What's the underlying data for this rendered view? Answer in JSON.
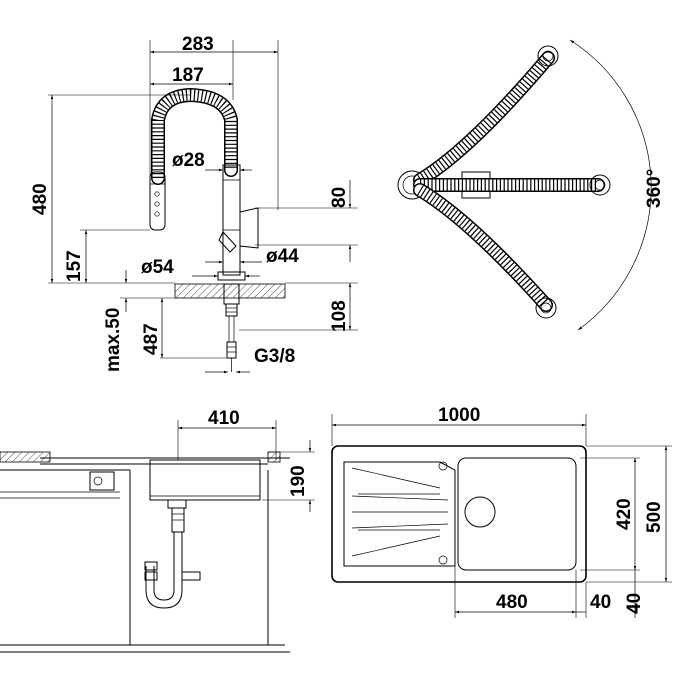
{
  "faucet": {
    "width_total": "283",
    "width_spout": "187",
    "height_total": "480",
    "hose_diameter": "ø28",
    "height_lower": "157",
    "base_diameter": "ø54",
    "body_diameter": "ø44",
    "max_thickness": "max.50",
    "hose_length": "487",
    "lever_height": "80",
    "base_height": "108",
    "connection_thread": "G3/8"
  },
  "swivel": {
    "angle": "360°"
  },
  "sink_section": {
    "bowl_width": "410",
    "bowl_depth": "190"
  },
  "sink_plan": {
    "width_total": "1000",
    "depth_bowl": "420",
    "depth_total": "500",
    "bowl_width": "480",
    "margin_right_a": "40",
    "margin_right_b": "40"
  }
}
